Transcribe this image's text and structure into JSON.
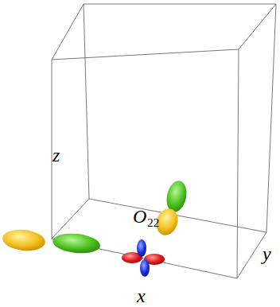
{
  "diagram": {
    "labels": [
      "z",
      "y",
      "x",
      "O",
      "22"
    ]
  }
}
